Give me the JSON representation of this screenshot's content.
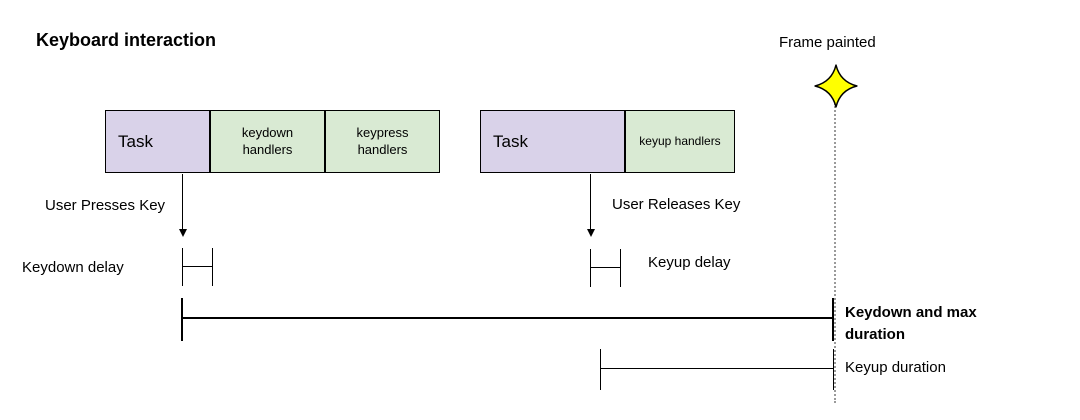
{
  "title": "Keyboard interaction",
  "frame": {
    "label": "Frame painted",
    "star_icon": "four-point-star"
  },
  "boxes": {
    "task1": "Task",
    "keydown_handlers": "keydown handlers",
    "keypress_handlers": "keypress handlers",
    "task2": "Task",
    "keyup_handlers": "keyup handlers"
  },
  "annotations": {
    "user_presses": "User Presses Key",
    "user_releases": "User Releases Key",
    "keydown_delay": "Keydown delay",
    "keyup_delay": "Keyup delay",
    "keydown_max_duration": "Keydown and max duration",
    "keyup_duration": "Keyup duration"
  },
  "colors": {
    "task_fill": "#d9d2e9",
    "handler_fill": "#d9ead3",
    "star_fill": "#ffff00",
    "line_color": "#000000",
    "frame_line_color": "#9a9a9a"
  }
}
